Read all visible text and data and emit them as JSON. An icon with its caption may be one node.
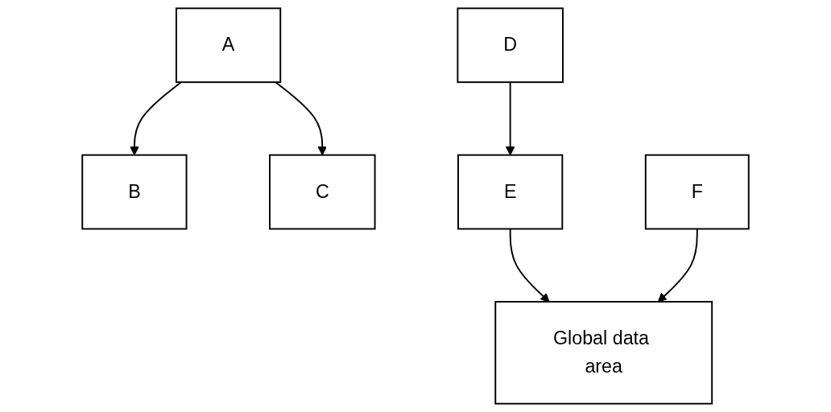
{
  "diagram": {
    "nodes": [
      {
        "text": [
          "A"
        ]
      },
      {
        "text": [
          "B"
        ]
      },
      {
        "text": [
          "C"
        ]
      },
      {
        "text": [
          "D"
        ]
      },
      {
        "text": [
          "E"
        ]
      },
      {
        "text": [
          "F"
        ]
      },
      {
        "text": [
          "Global data area"
        ]
      }
    ],
    "edges": [
      {
        "from": 0,
        "to": 1,
        "arrow": "to"
      },
      {
        "from": 0,
        "to": 2,
        "arrow": "to"
      },
      {
        "from": 3,
        "to": 4,
        "arrow": "to"
      },
      {
        "from": 4,
        "to": 6,
        "arrow": "to"
      },
      {
        "from": 5,
        "to": 6,
        "arrow": "to"
      }
    ]
  }
}
